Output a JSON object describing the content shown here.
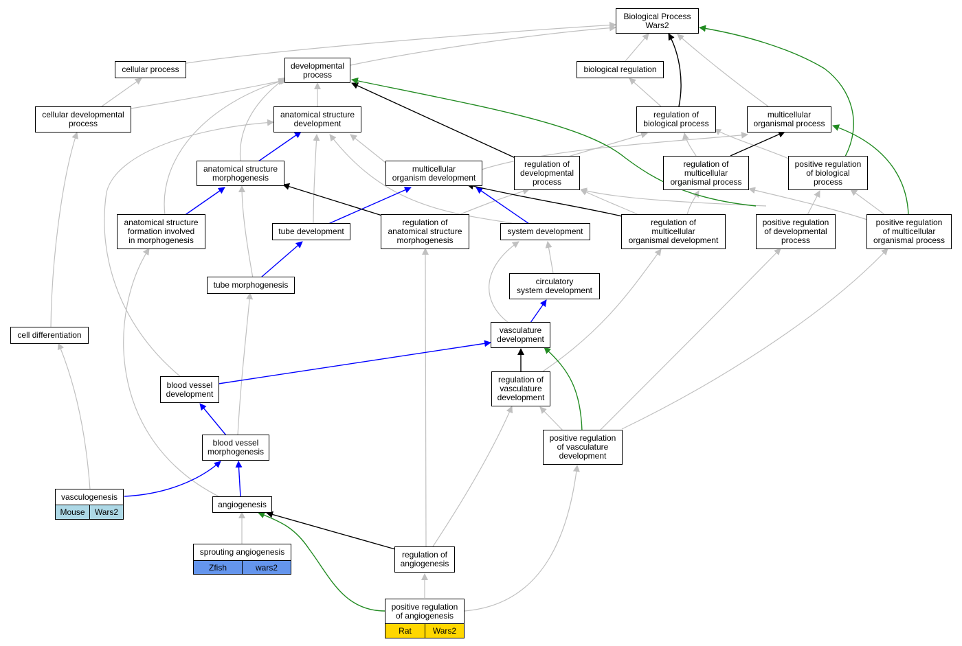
{
  "colors": {
    "gray": "#c0c0c0",
    "blue": "#0000ff",
    "black": "#000000",
    "green": "#228b22",
    "mouse": "#add8e6",
    "zfish": "#6495ed",
    "rat": "#ffd700"
  },
  "nodes": {
    "bp": "Biological Process\nWars2",
    "cellular_process": "cellular process",
    "developmental_process": "developmental\nprocess",
    "biological_regulation": "biological regulation",
    "cellular_developmental_process": "cellular developmental\nprocess",
    "anatomical_structure_development": "anatomical structure\ndevelopment",
    "regulation_of_biological_process": "regulation of\nbiological process",
    "multicellular_organismal_process": "multicellular\norganismal process",
    "anatomical_structure_morphogenesis": "anatomical structure\nmorphogenesis",
    "multicellular_organism_development": "multicellular\norganism development",
    "regulation_of_developmental_process": "regulation of\ndevelopmental\nprocess",
    "regulation_of_multicellular_organismal_process": "regulation of\nmulticellular\norganismal process",
    "positive_regulation_of_biological_process": "positive regulation\nof biological\nprocess",
    "anatomical_structure_formation": "anatomical structure\nformation involved\nin morphogenesis",
    "tube_development": "tube development",
    "regulation_of_anatomical_structure_morphogenesis": "regulation of\nanatomical structure\nmorphogenesis",
    "system_development": "system development",
    "regulation_of_multicellular_organismal_development": "regulation of\nmulticellular\norganismal development",
    "positive_regulation_of_developmental_process": "positive regulation\nof developmental\nprocess",
    "positive_regulation_of_multicellular_organismal_process": "positive regulation\nof multicellular\norganismal process",
    "tube_morphogenesis": "tube morphogenesis",
    "circulatory_system_development": "circulatory\nsystem development",
    "cell_differentiation": "cell differentiation",
    "vasculature_development": "vasculature\ndevelopment",
    "blood_vessel_development": "blood vessel\ndevelopment",
    "regulation_of_vasculature_development": "regulation of\nvasculature\ndevelopment",
    "blood_vessel_morphogenesis": "blood vessel\nmorphogenesis",
    "positive_regulation_of_vasculature_development": "positive regulation\nof vasculature\ndevelopment",
    "vasculogenesis": "vasculogenesis",
    "angiogenesis": "angiogenesis",
    "sprouting_angiogenesis": "sprouting angiogenesis",
    "regulation_of_angiogenesis": "regulation of\nangiogenesis",
    "positive_regulation_of_angiogenesis": "positive regulation\nof angiogenesis"
  },
  "annotations": {
    "vasculogenesis": {
      "species": "Mouse",
      "gene": "Wars2"
    },
    "sprouting_angiogenesis": {
      "species": "Zfish",
      "gene": "wars2"
    },
    "positive_regulation_of_angiogenesis": {
      "species": "Rat",
      "gene": "Wars2"
    }
  }
}
